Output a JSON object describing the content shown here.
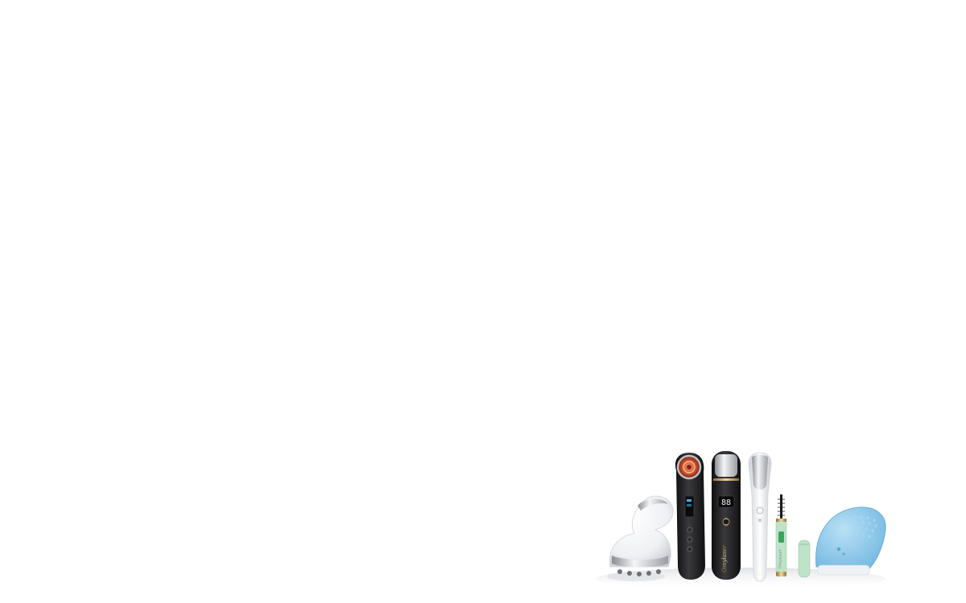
{
  "scene": {
    "background_color": "#ffffff",
    "description_icon_names": [
      "body-massager-icon",
      "rf-facial-device-icon",
      "ion-facial-device-icon",
      "eye-massager-icon",
      "heated-eyelash-curler-icon",
      "facial-cleansing-brush-icon"
    ]
  },
  "products": {
    "ion_device": {
      "display_text": "88",
      "brand_text": "Omylaser"
    },
    "eyelash_curler": {
      "brand_text": "Omylaser"
    }
  },
  "colors": {
    "dark_device": "#1c1c1e",
    "white_device": "#f3f4f6",
    "chrome": "#b9bcc2",
    "rf_accent": "#e0633a",
    "gold_trim": "#c8a465",
    "mint": "#bfe3c8",
    "brush_blue": "#8ec9ea"
  }
}
